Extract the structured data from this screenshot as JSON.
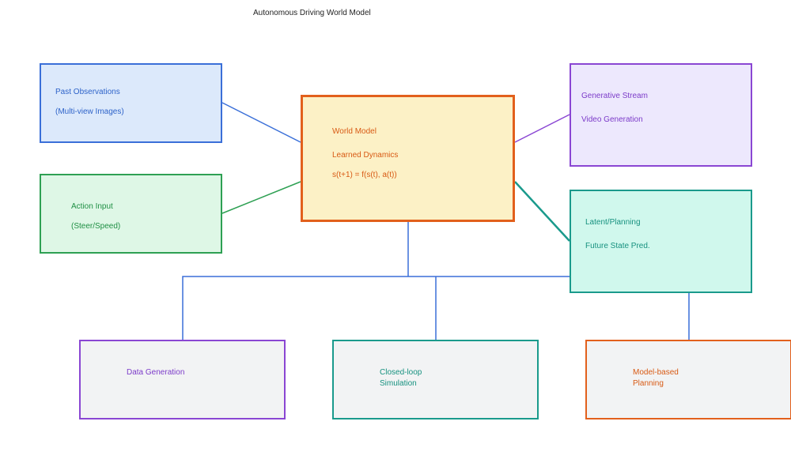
{
  "title": "Autonomous Driving World Model",
  "nodes": {
    "past_observations": {
      "line1": "Past Observations",
      "line2": "(Multi-view Images)"
    },
    "action_input": {
      "line1": "Action Input",
      "line2": "(Steer/Speed)"
    },
    "world_model": {
      "line1": "World Model",
      "line2": "Learned Dynamics",
      "line3": "s(t+1) = f(s(t), a(t))"
    },
    "generative_stream": {
      "line1": "Generative Stream",
      "line2": "Video Generation"
    },
    "latent_planning": {
      "line1": "Latent/Planning",
      "line2": "Future State Pred."
    },
    "data_generation": {
      "line1": "Data Generation"
    },
    "closed_loop": {
      "line1": "Closed-loop",
      "line2": "Simulation"
    },
    "model_based": {
      "line1": "Model-based",
      "line2": "Planning"
    }
  },
  "colors": {
    "blue": "#3a6fd8",
    "green": "#2ea053",
    "orange": "#e2601c",
    "purple": "#8a46d3",
    "teal": "#1a9a8c",
    "world_model_fill": "#fcf1c6"
  }
}
